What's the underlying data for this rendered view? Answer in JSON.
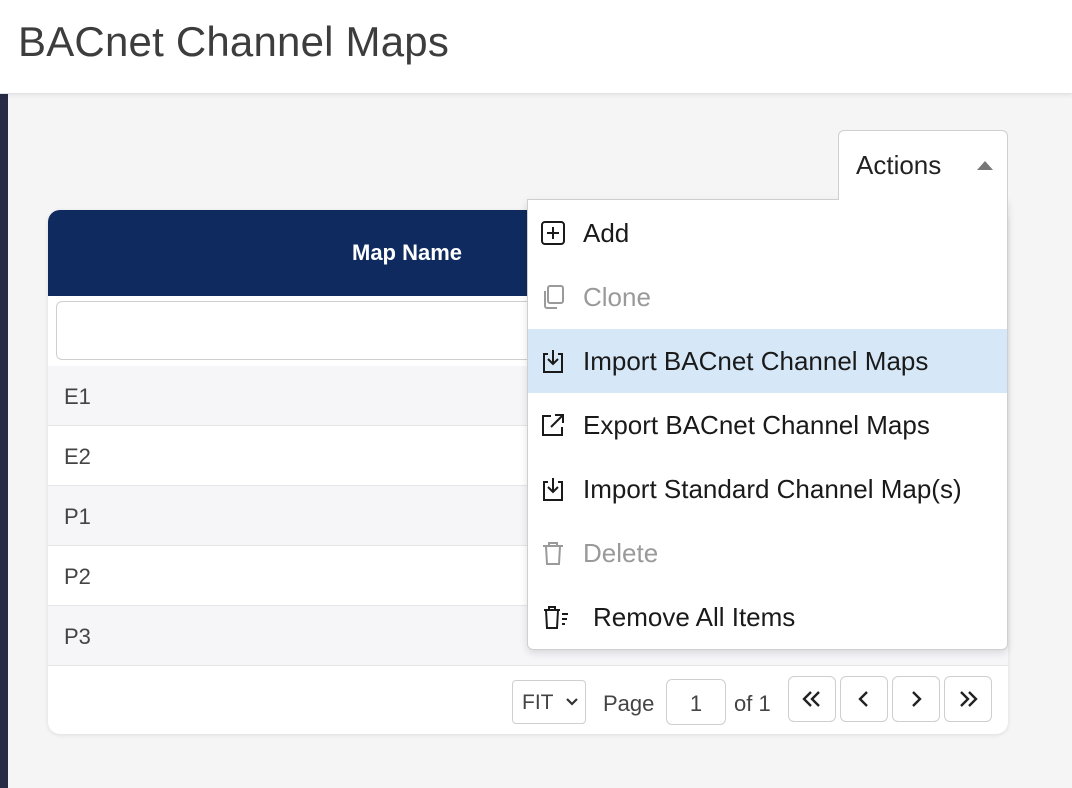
{
  "header": {
    "title": "BACnet Channel Maps"
  },
  "actions": {
    "label": "Actions"
  },
  "grid": {
    "column_header": "Map Name",
    "filter_value": "",
    "rows": [
      "E1",
      "E2",
      "P1",
      "P2",
      "P3"
    ]
  },
  "pager": {
    "fit_label": "FIT",
    "page_label": "Page",
    "current_page": "1",
    "of_label": "of 1"
  },
  "menu": {
    "items": [
      {
        "label": "Add",
        "icon": "plus-square-icon",
        "enabled": true
      },
      {
        "label": "Clone",
        "icon": "copy-icon",
        "enabled": false
      },
      {
        "label": "Import BACnet Channel Maps",
        "icon": "import-icon",
        "enabled": true,
        "highlighted": true
      },
      {
        "label": "Export BACnet Channel Maps",
        "icon": "export-icon",
        "enabled": true
      },
      {
        "label": "Import Standard Channel Map(s)",
        "icon": "import-icon",
        "enabled": true
      },
      {
        "label": "Delete",
        "icon": "trash-icon",
        "enabled": false
      },
      {
        "label": "Remove All Items",
        "icon": "trash-list-icon",
        "enabled": true
      }
    ]
  },
  "colors": {
    "grid_header": "#0f2a5e",
    "menu_highlight": "#d6e8f8",
    "left_strip": "#272b45"
  }
}
